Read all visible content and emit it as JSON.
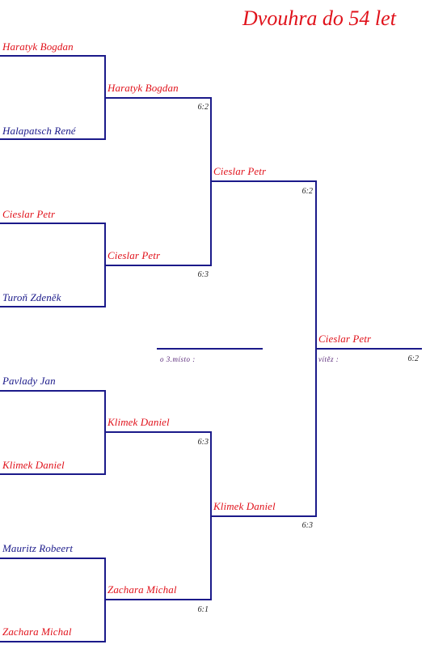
{
  "title": "Dvouhra do 54 let",
  "colors": {
    "winner": "#e0121b",
    "loser": "#1b1a8a",
    "lines": "#1b1a8a"
  },
  "round1": [
    "Haratyk Bogdan",
    "Halapatsch René",
    "Cieslar Petr",
    "Turoň Zdeněk",
    "Pavlady Jan",
    "Klimek Daniel",
    "Mauritz Robeert",
    "Zachara Michal"
  ],
  "round2": [
    {
      "name": "Haratyk Bogdan",
      "score": "6:2"
    },
    {
      "name": "Cieslar Petr",
      "score": "6:3"
    },
    {
      "name": "Klimek Daniel",
      "score": "6:3"
    },
    {
      "name": "Zachara Michal",
      "score": "6:1"
    }
  ],
  "semifinal": [
    {
      "name": "Cieslar Petr",
      "score": "6:2"
    },
    {
      "name": "Klimek Daniel",
      "score": "6:3"
    }
  ],
  "final": {
    "name": "Cieslar Petr",
    "score": "6:2",
    "label": "vítěz :"
  },
  "third_place": {
    "label": "o 3.místo :",
    "name": ""
  }
}
